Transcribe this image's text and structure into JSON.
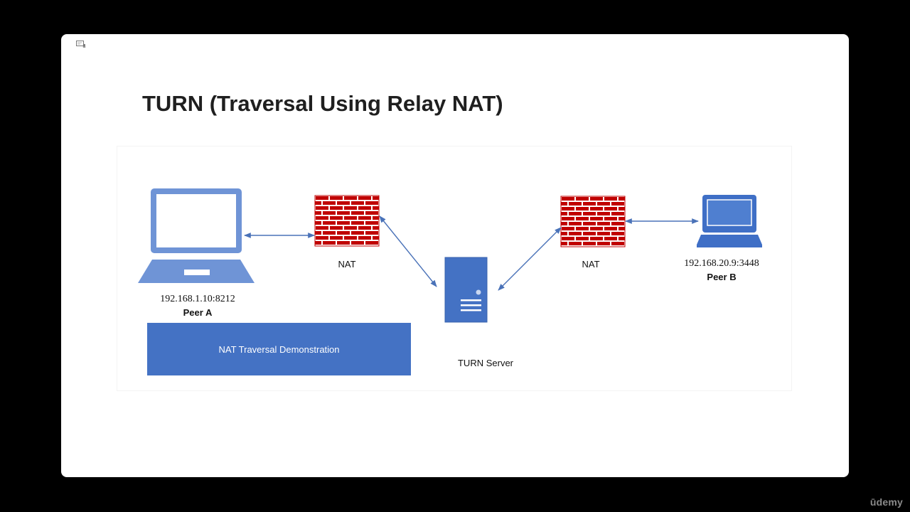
{
  "slide": {
    "title": "TURN (Traversal Using Relay NAT)"
  },
  "diagram": {
    "nodes": {
      "peer_a": {
        "address": "192.168.1.10:8212",
        "name": "Peer A",
        "icon": "laptop-icon"
      },
      "nat_left": {
        "label": "NAT",
        "icon": "firewall-icon"
      },
      "turn_server": {
        "label": "TURN Server",
        "icon": "server-icon"
      },
      "nat_right": {
        "label": "NAT",
        "icon": "firewall-icon"
      },
      "peer_b": {
        "address": "192.168.20.9:3448",
        "name": "Peer B",
        "icon": "laptop-icon"
      }
    },
    "demo_box": {
      "label": "NAT Traversal Demonstration"
    },
    "edges": [
      {
        "from": "peer_a",
        "to": "nat_left"
      },
      {
        "from": "nat_left",
        "to": "turn_server"
      },
      {
        "from": "turn_server",
        "to": "nat_right"
      },
      {
        "from": "nat_right",
        "to": "peer_b"
      }
    ]
  },
  "watermark": "ūdemy",
  "colors": {
    "background": "#000000",
    "slide": "#ffffff",
    "accent_blue": "#4472c4",
    "laptop_light": "#6f94d6",
    "laptop_dark": "#3f6fc6",
    "brick_red": "#c00000",
    "arrow": "#4a72b8"
  }
}
